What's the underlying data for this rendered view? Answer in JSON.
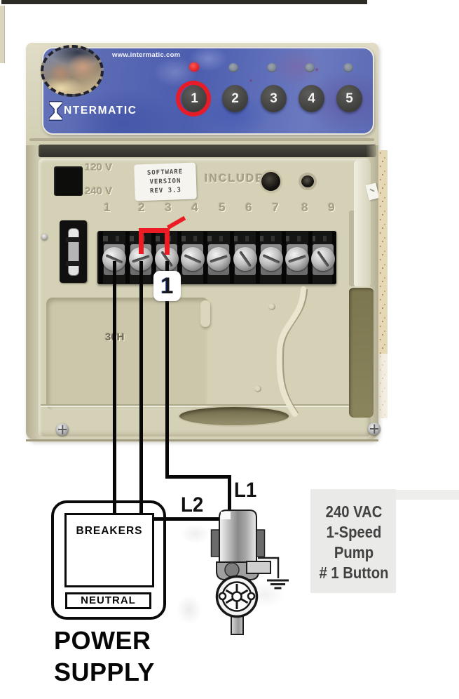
{
  "panel": {
    "url_text": "www.intermatic.com",
    "brand_text": "NTERMATIC",
    "buttons": [
      "1",
      "2",
      "3",
      "4",
      "5"
    ],
    "highlighted_button": "1"
  },
  "wiring_panel": {
    "voltage_120": "120 V",
    "voltage_240": "240 V",
    "software_label_line1": "SOFTWARE",
    "software_label_line2": "VERSION",
    "software_label_line3": "REV 3.3",
    "include_text": "INCLUDE",
    "terminal_numbers": [
      "1",
      "2",
      "3",
      "4",
      "5",
      "6",
      "7",
      "8",
      "9"
    ],
    "case_code": "30H"
  },
  "diagram": {
    "terminal_tag": "1",
    "l1_label": "L1",
    "l2_label": "L2",
    "breakers_label": "BREAKERS",
    "neutral_label": "NEUTRAL",
    "power_supply_line1": "POWER",
    "power_supply_line2": "SUPPLY",
    "pump_caption_lines": [
      "240 VAC",
      "1-Speed",
      "Pump",
      "# 1 Button"
    ]
  },
  "colors": {
    "label_blue": "#5565b0",
    "accent_red": "#ec1c24",
    "device_beige": "#d5d1b6",
    "wire_black": "#0a0a0a"
  }
}
